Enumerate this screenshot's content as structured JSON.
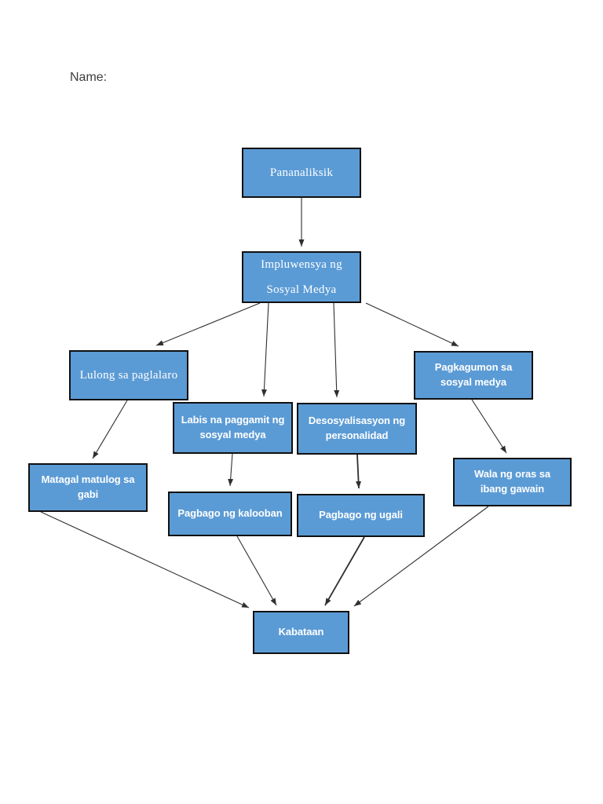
{
  "page": {
    "name_label": "Name:"
  },
  "colors": {
    "page_bg": "#ffffff",
    "node_fill": "#5b9bd5",
    "node_border": "#101010",
    "node_text": "#ffffff",
    "arrow": "#2f2f2f"
  },
  "diagram": {
    "title_node": "pananaliksik",
    "nodes": {
      "pananaliksik": {
        "label": "Pananaliksik"
      },
      "impluwensya": {
        "label": "Impluwensya ng\nSosyal Medya"
      },
      "lulong": {
        "label": "Lulong sa paglalaro"
      },
      "labis": {
        "label": "Labis na paggamit ng sosyal medya"
      },
      "desosyalisasyon": {
        "label": "Desosyalisasyon ng personalidad"
      },
      "pagkagumon": {
        "label": "Pagkagumon sa sosyal medya"
      },
      "matagal": {
        "label": "Matagal matulog sa gabi"
      },
      "kalooban": {
        "label": "Pagbago ng kalooban"
      },
      "ugali": {
        "label": "Pagbago ng ugali"
      },
      "wala": {
        "label": "Wala ng oras sa ibang gawain"
      },
      "kabataan": {
        "label": "Kabataan"
      }
    },
    "edges": [
      {
        "from": "pananaliksik",
        "to": "impluwensya"
      },
      {
        "from": "impluwensya",
        "to": "lulong"
      },
      {
        "from": "impluwensya",
        "to": "labis"
      },
      {
        "from": "impluwensya",
        "to": "desosyalisasyon"
      },
      {
        "from": "impluwensya",
        "to": "pagkagumon"
      },
      {
        "from": "lulong",
        "to": "matagal"
      },
      {
        "from": "labis",
        "to": "kalooban"
      },
      {
        "from": "desosyalisasyon",
        "to": "ugali"
      },
      {
        "from": "pagkagumon",
        "to": "wala"
      },
      {
        "from": "matagal",
        "to": "kabataan"
      },
      {
        "from": "kalooban",
        "to": "kabataan"
      },
      {
        "from": "ugali",
        "to": "kabataan"
      },
      {
        "from": "wala",
        "to": "kabataan"
      }
    ]
  }
}
